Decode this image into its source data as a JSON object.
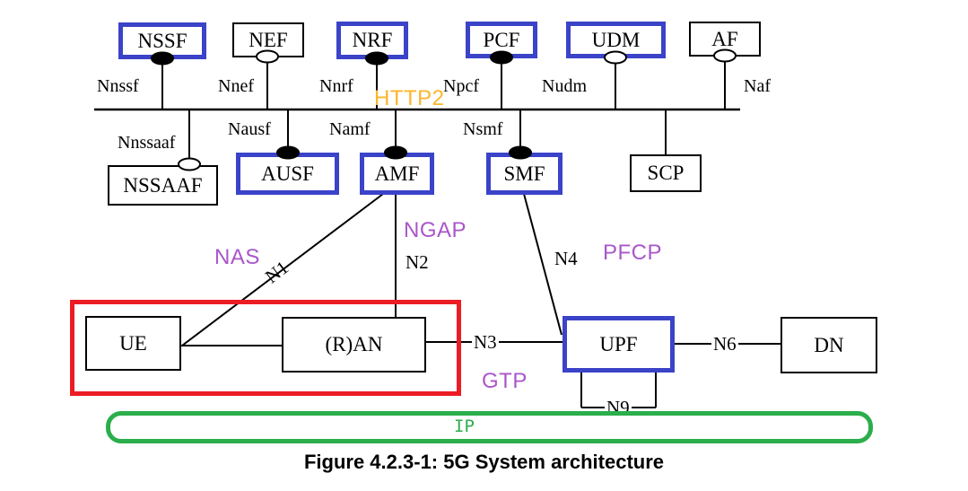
{
  "caption": "Figure 4.2.3-1: 5G System architecture",
  "colors": {
    "highlight_blue": "#3B43C8",
    "highlight_red": "#EC1C24",
    "highlight_green": "#2BAE4B",
    "protocol_purple": "#A956C9",
    "protocol_orange": "#FDB52B"
  },
  "network_functions": {
    "nssf": "NSSF",
    "nef": "NEF",
    "nrf": "NRF",
    "pcf": "PCF",
    "udm": "UDM",
    "af": "AF",
    "nssaaf": "NSSAAF",
    "ausf": "AUSF",
    "amf": "AMF",
    "smf": "SMF",
    "scp": "SCP",
    "ue": "UE",
    "ran": "(R)AN",
    "upf": "UPF",
    "dn": "DN"
  },
  "service_interfaces": {
    "nnssf": "Nnssf",
    "nnef": "Nnef",
    "nnrf": "Nnrf",
    "npcf": "Npcf",
    "nudm": "Nudm",
    "naf": "Naf",
    "nnssaaf": "Nnssaaf",
    "nausf": "Nausf",
    "namf": "Namf",
    "nsmf": "Nsmf"
  },
  "reference_points": {
    "n1": "N1",
    "n2": "N2",
    "n3": "N3",
    "n4": "N4",
    "n6": "N6",
    "n9": "N9"
  },
  "protocol_annotations": {
    "http2": "HTTP2",
    "nas": "NAS",
    "ngap": "NGAP",
    "pfcp": "PFCP",
    "gtp": "GTP",
    "ip": "IP"
  }
}
